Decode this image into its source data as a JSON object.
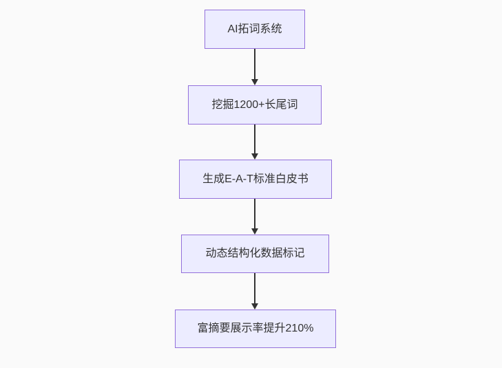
{
  "page": {
    "background_color": "#fafafa"
  },
  "flowchart": {
    "type": "vertical-flowchart",
    "node_fill_color": "#ececff",
    "node_border_color": "#9370db",
    "arrow_color": "#333333",
    "text_color": "#333333",
    "nodes": [
      {
        "id": "node-1",
        "label": "AI拓词系统"
      },
      {
        "id": "node-2",
        "label": "挖掘1200+长尾词"
      },
      {
        "id": "node-3",
        "label": "生成E-A-T标准白皮书"
      },
      {
        "id": "node-4",
        "label": "动态结构化数据标记"
      },
      {
        "id": "node-5",
        "label": "富摘要展示率提升210%"
      }
    ],
    "edges": [
      {
        "from": "node-1",
        "to": "node-2"
      },
      {
        "from": "node-2",
        "to": "node-3"
      },
      {
        "from": "node-3",
        "to": "node-4"
      },
      {
        "from": "node-4",
        "to": "node-5"
      }
    ]
  }
}
